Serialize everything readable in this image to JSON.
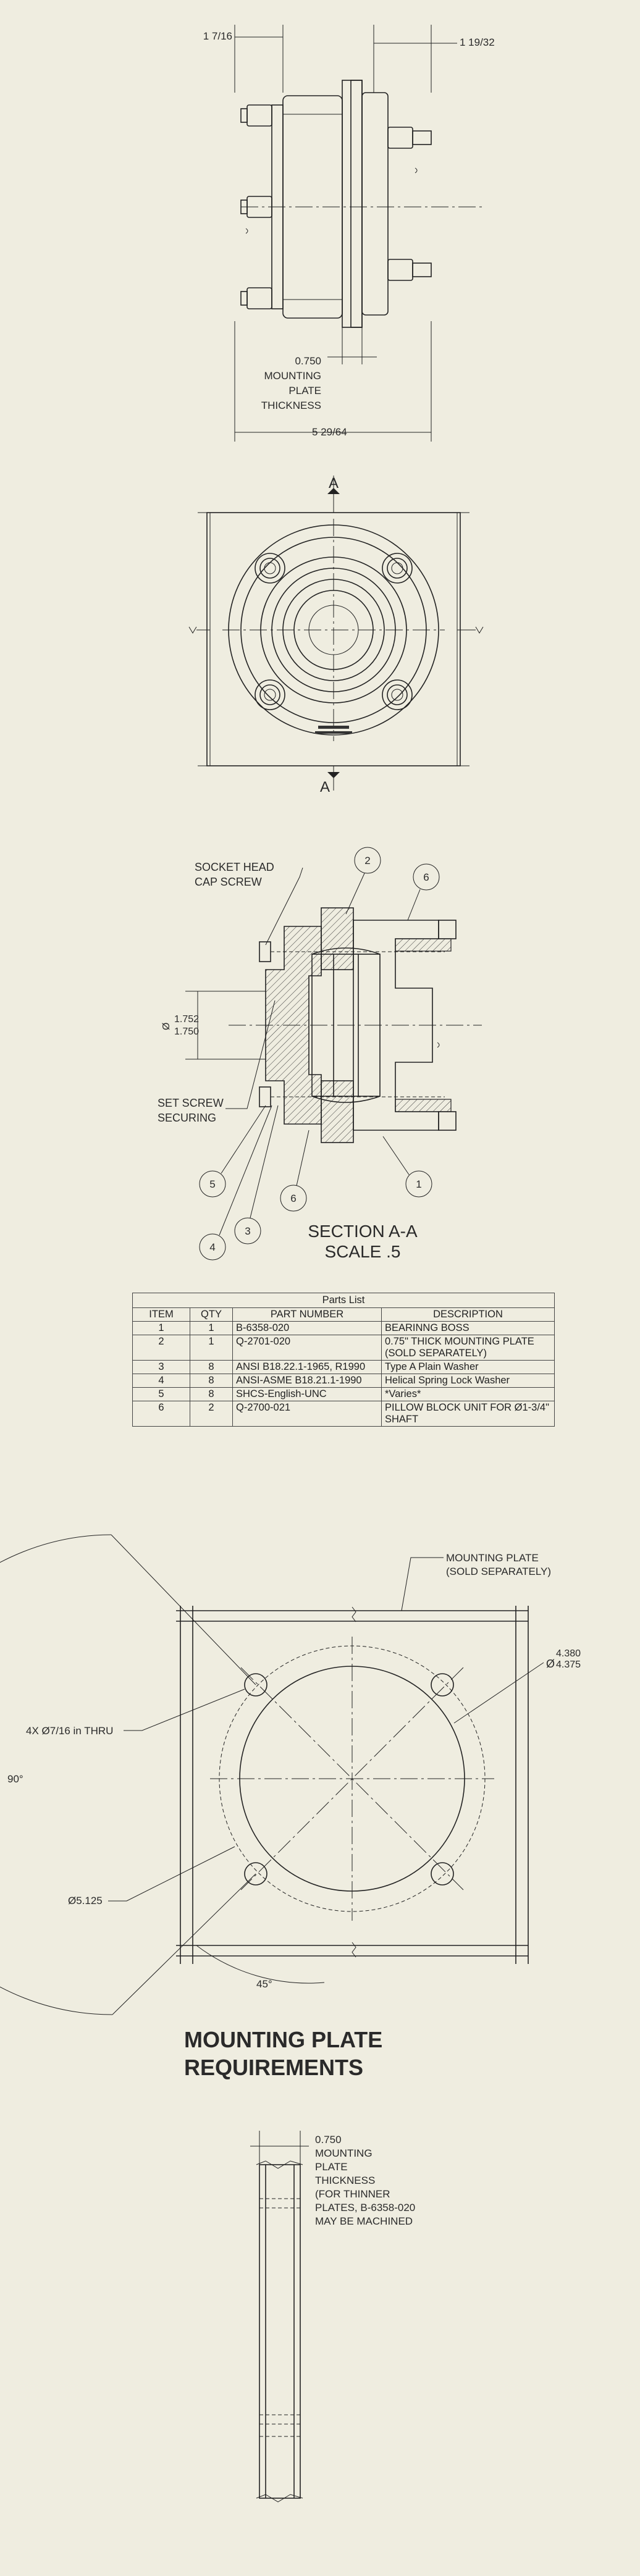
{
  "view1": {
    "dim_left": "1 7/16",
    "dim_right": "1 19/32",
    "plate_value": "0.750",
    "plate_line1": "MOUNTING",
    "plate_line2": "PLATE",
    "plate_line3": "THICKNESS",
    "overall": "5 29/64"
  },
  "view2": {
    "section_top": "A",
    "section_bottom": "A"
  },
  "section": {
    "callout_cap1": "SOCKET HEAD",
    "callout_cap2": "CAP SCREW",
    "dia_top": "1.752",
    "dia_bottom": "1.750",
    "dia_prefix": "Ø",
    "callout_set1": "SET SCREW",
    "callout_set2": "SECURING",
    "balloons": [
      "2",
      "6",
      "1",
      "5",
      "6",
      "4",
      "3"
    ],
    "title1": "SECTION  A-A",
    "title2": "SCALE .5"
  },
  "parts_list": {
    "caption": "Parts List",
    "headers": [
      "ITEM",
      "QTY",
      "PART NUMBER",
      "DESCRIPTION"
    ],
    "rows": [
      {
        "item": "1",
        "qty": "1",
        "part": "B-6358-020",
        "desc": "BEARINNG BOSS"
      },
      {
        "item": "2",
        "qty": "1",
        "part": "Q-2701-020",
        "desc": "0.75\" THICK MOUNTING PLATE (SOLD SEPARATELY)"
      },
      {
        "item": "3",
        "qty": "8",
        "part": "ANSI B18.22.1-1965, R1990",
        "desc": "Type A Plain Washer"
      },
      {
        "item": "4",
        "qty": "8",
        "part": "ANSI-ASME B18.21.1-1990",
        "desc": "Helical Spring Lock Washer"
      },
      {
        "item": "5",
        "qty": "8",
        "part": "SHCS-English-UNC",
        "desc": "*Varies*"
      },
      {
        "item": "6",
        "qty": "2",
        "part": "Q-2700-021",
        "desc": "PILLOW BLOCK UNIT FOR Ø1-3/4\" SHAFT"
      }
    ]
  },
  "plate_view": {
    "note1": "MOUNTING PLATE",
    "note2": "(SOLD SEPARATELY)",
    "bore_top": "4.380",
    "bore_bottom": "4.375",
    "bore_prefix": "Ø",
    "holes": "4X Ø7/16 in THRU",
    "angle_90": "90°",
    "bolt_circle": "Ø5.125",
    "angle_45": "45°",
    "title1": "MOUNTING PLATE",
    "title2": "REQUIREMENTS"
  },
  "thickness_view": {
    "value": "0.750",
    "line1": "MOUNTING",
    "line2": "PLATE",
    "line3": "THICKNESS",
    "line4": "(FOR THINNER",
    "line5": "PLATES, B-6358-020",
    "line6": "MAY BE MACHINED"
  }
}
